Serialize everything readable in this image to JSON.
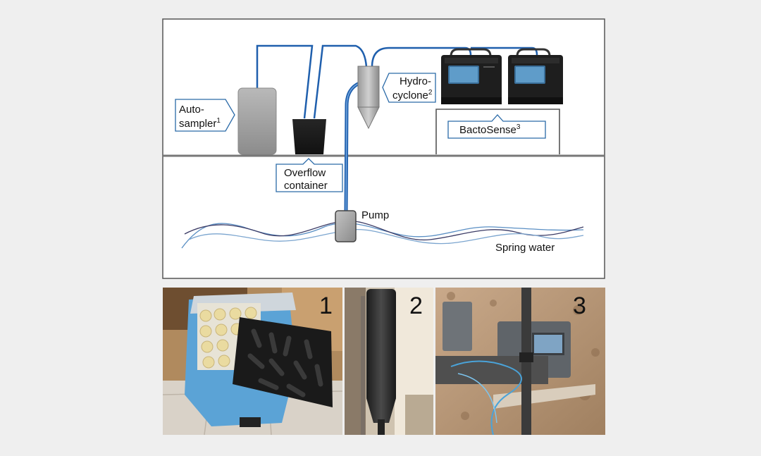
{
  "diagram": {
    "labels": {
      "autosampler": {
        "line1": "Auto-",
        "line2": "sampler",
        "sup": "1"
      },
      "overflow": {
        "line1": "Overflow",
        "line2": "container"
      },
      "hydrocyclone": {
        "line1": "Hydro-",
        "line2": "cyclone",
        "sup": "2"
      },
      "bactosense": {
        "text": "BactoSense",
        "sup": "3"
      },
      "pump": "Pump",
      "spring_water": "Spring water"
    }
  },
  "photos": [
    {
      "number": "1"
    },
    {
      "number": "2"
    },
    {
      "number": "3"
    }
  ],
  "colors": {
    "pipe": "#1f5fad",
    "callout_border": "#2a6aa8",
    "frame": "#555555",
    "ground": "#777777",
    "water_blue": "#5a8fc4",
    "water_dark": "#3c3c66"
  }
}
